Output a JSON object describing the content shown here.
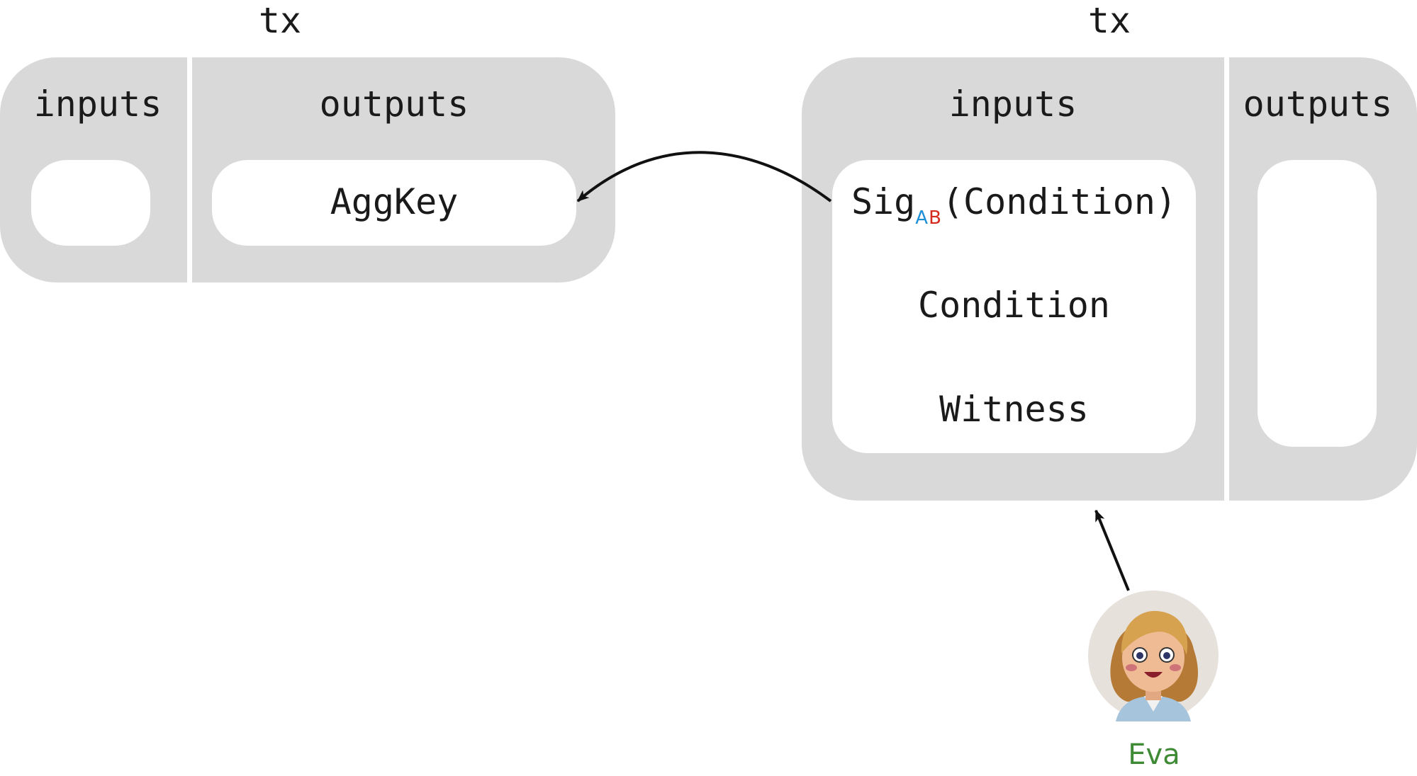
{
  "left_tx": {
    "title": "tx",
    "inputs_label": "inputs",
    "outputs_label": "outputs",
    "output_text": "AggKey"
  },
  "right_tx": {
    "title": "tx",
    "inputs_label": "inputs",
    "outputs_label": "outputs",
    "input_lines": {
      "sig": "Sig",
      "sig_sub_a": "A",
      "sig_sub_b": "B",
      "sig_arg": "(Condition)",
      "condition": "Condition",
      "witness": "Witness"
    }
  },
  "actor": {
    "name": "Eva",
    "icon": "woman-avatar-icon"
  },
  "colors": {
    "panel": "#d9d9d9",
    "subscript_a": "#1d8fd6",
    "subscript_b": "#d42b1e",
    "actor_name": "#3f8a35"
  }
}
